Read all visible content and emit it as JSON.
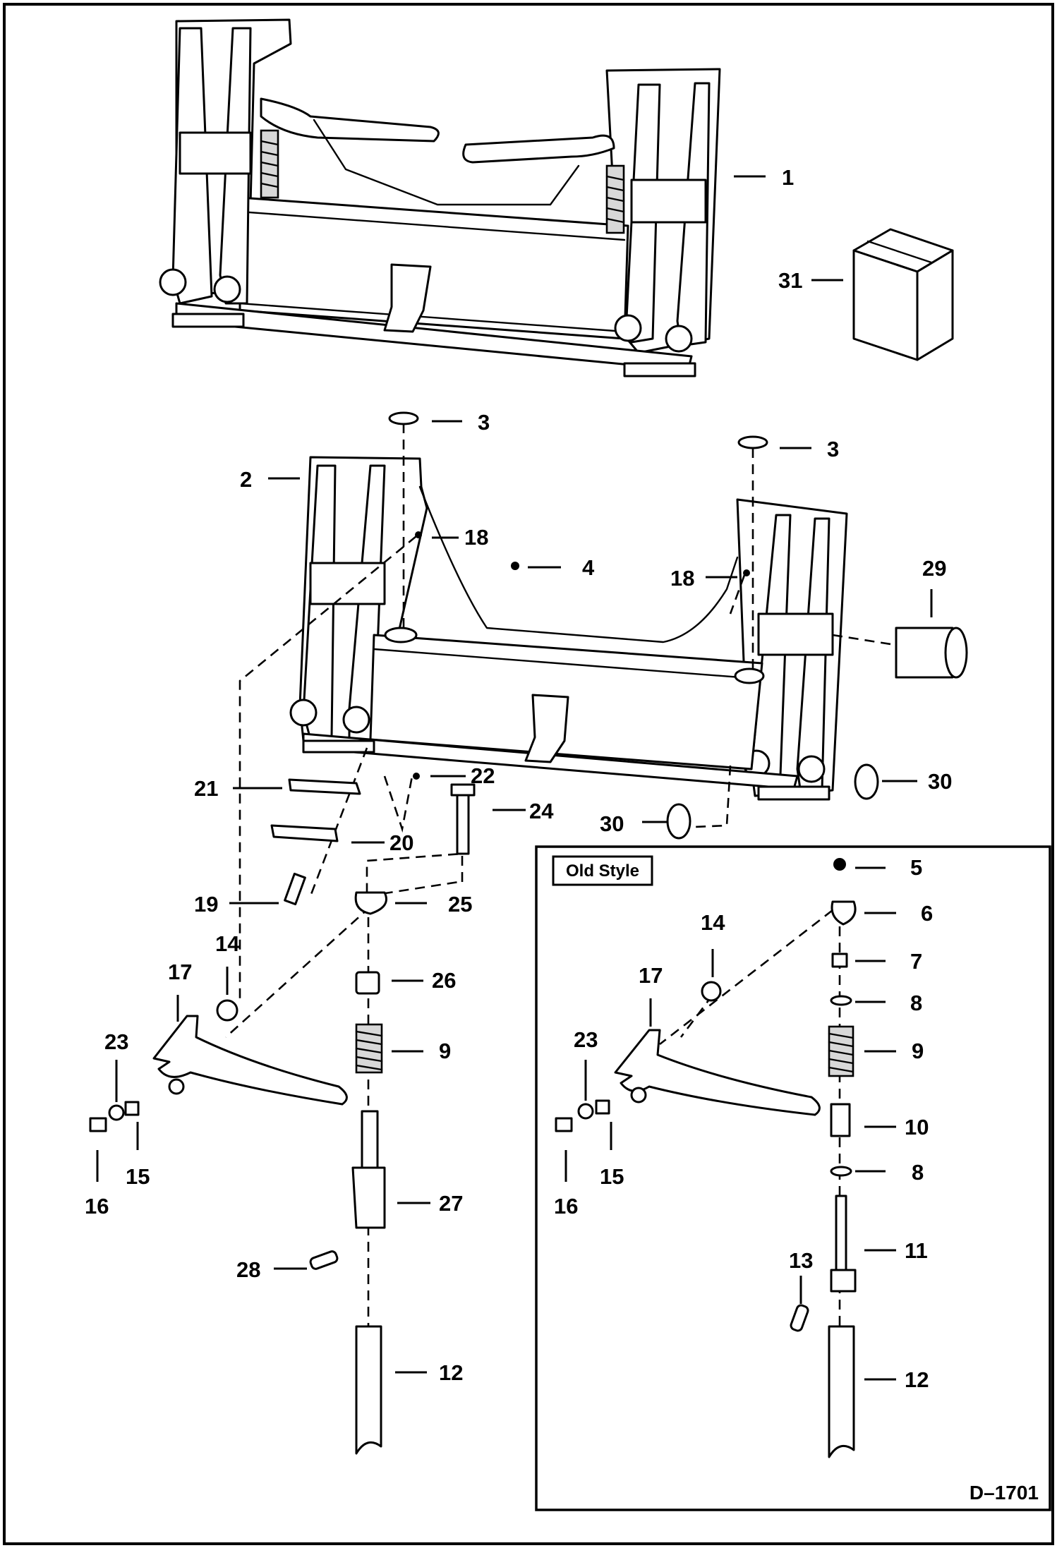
{
  "figure": {
    "drawing_id": "D–1701",
    "inset_title": "Old Style"
  },
  "callouts": {
    "c1": "1",
    "c31": "31",
    "c2": "2",
    "c3a": "3",
    "c3b": "3",
    "c18a": "18",
    "c18b": "18",
    "c4": "4",
    "c29": "29",
    "c30a": "30",
    "c30b": "30",
    "c21": "21",
    "c22": "22",
    "c24": "24",
    "c20": "20",
    "c19": "19",
    "c25": "25",
    "c14": "14",
    "c26": "26",
    "c17": "17",
    "c9": "9",
    "c23": "23",
    "c15": "15",
    "c16": "16",
    "c27": "27",
    "c28": "28",
    "c12": "12",
    "o5": "5",
    "o6": "6",
    "o14": "14",
    "o7": "7",
    "o17": "17",
    "o8a": "8",
    "o23": "23",
    "o9": "9",
    "o15": "15",
    "o10": "10",
    "o8b": "8",
    "o16": "16",
    "o13": "13",
    "o11": "11",
    "o12": "12"
  }
}
